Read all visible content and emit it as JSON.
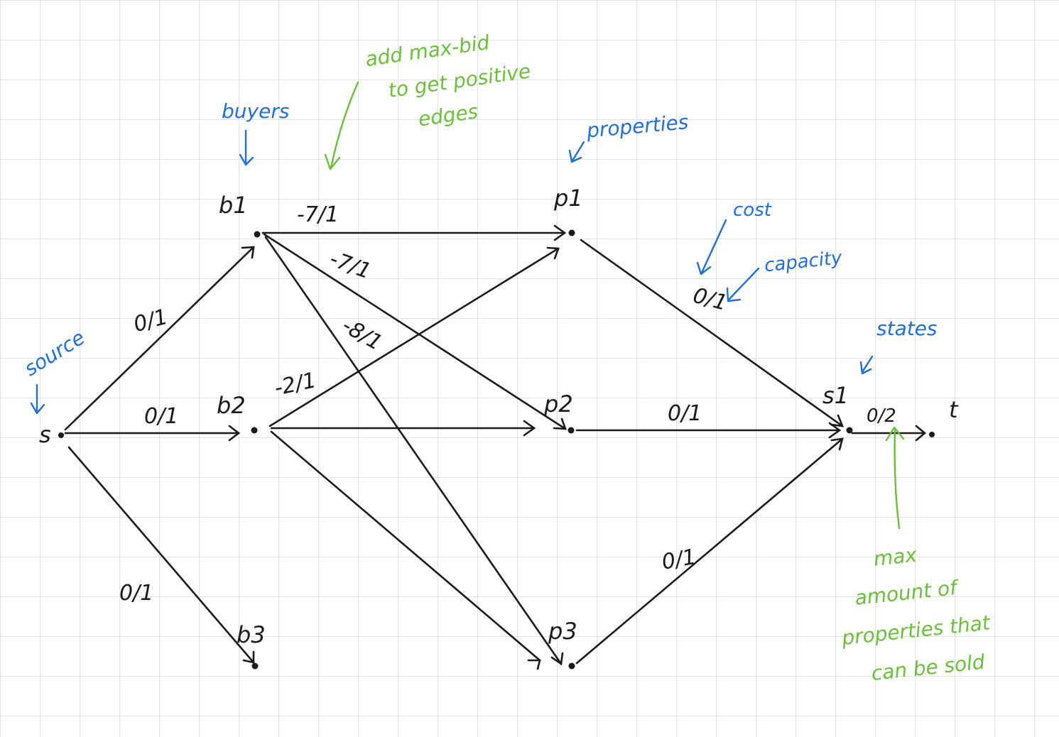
{
  "colors": {
    "ink": "#1a1a1a",
    "annotation_blue": "#1f6fd6",
    "annotation_green": "#6bbf3a",
    "grid": "#e2e2e2"
  },
  "nodes": {
    "s": "s",
    "b1": "b1",
    "b2": "b2",
    "b3": "b3",
    "p1": "p1",
    "p2": "p2",
    "p3": "p3",
    "s1": "s1",
    "t": "t"
  },
  "edge_labels": {
    "s_b1": "0/1",
    "s_b2": "0/1",
    "s_b3": "0/1",
    "b1_p1": "-7/1",
    "b1_p2": "-7/1",
    "b1_p3": "-8/1",
    "b2_p1": "-2/1",
    "p1_s1": "0/1",
    "p2_s1": "0/1",
    "p3_s1": "0/1",
    "s1_t": "0/2"
  },
  "annotations": {
    "buyers": "buyers",
    "properties": "properties",
    "source": "source",
    "states": "states",
    "cost": "cost",
    "capacity": "capacity",
    "max_bid": [
      "add max-bid",
      "to get positive",
      "edges"
    ],
    "max_amount": [
      "max",
      "amount of",
      "properties that",
      "can be sold"
    ]
  }
}
